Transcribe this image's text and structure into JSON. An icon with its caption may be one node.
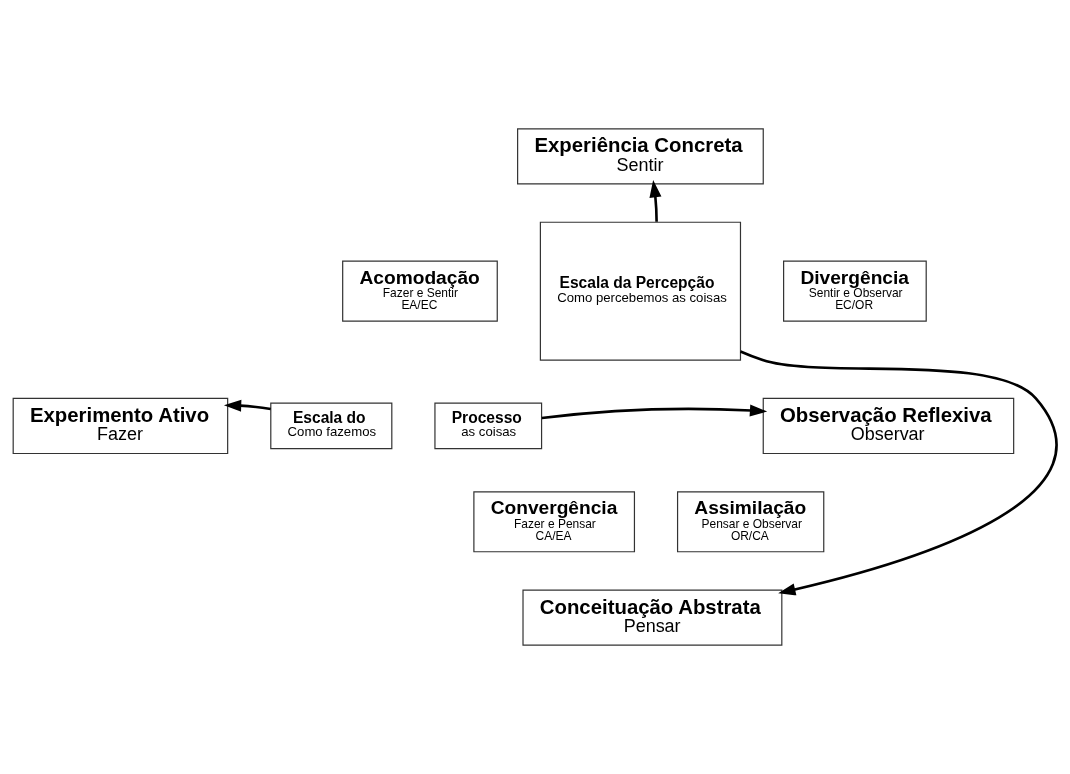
{
  "diagram": {
    "nodes": [
      {
        "text": [
          "Experiência Concreta",
          "Sentir"
        ]
      },
      {
        "text": [
          "Acomodação",
          "Fazer e Sentir",
          "EA/EC"
        ]
      },
      {
        "text": [
          "Escala da Percepção",
          "Como percebemos as coisas"
        ]
      },
      {
        "text": [
          "Divergência",
          "Sentir e Observar",
          "EC/OR"
        ]
      },
      {
        "text": [
          "Experimento Ativo",
          "Fazer"
        ]
      },
      {
        "text": [
          "Escala do",
          "Como fazemos"
        ]
      },
      {
        "text": [
          "Processo",
          "as coisas"
        ]
      },
      {
        "text": [
          "Observação Reflexiva",
          "Observar"
        ]
      },
      {
        "text": [
          "Convergência",
          "Fazer e Pensar",
          "CA/EA"
        ]
      },
      {
        "text": [
          "Assimilação",
          "Pensar e Observar",
          "OR/CA"
        ]
      },
      {
        "text": [
          "Conceituação Abstrata",
          "Pensar"
        ]
      }
    ],
    "edges": [
      {
        "from": 2,
        "to": 0,
        "arrow": "to"
      },
      {
        "from": 2,
        "to": 10,
        "arrow": "to"
      },
      {
        "from": 5,
        "to": 4,
        "arrow": "to"
      },
      {
        "from": 6,
        "to": 7,
        "arrow": "to"
      }
    ]
  }
}
